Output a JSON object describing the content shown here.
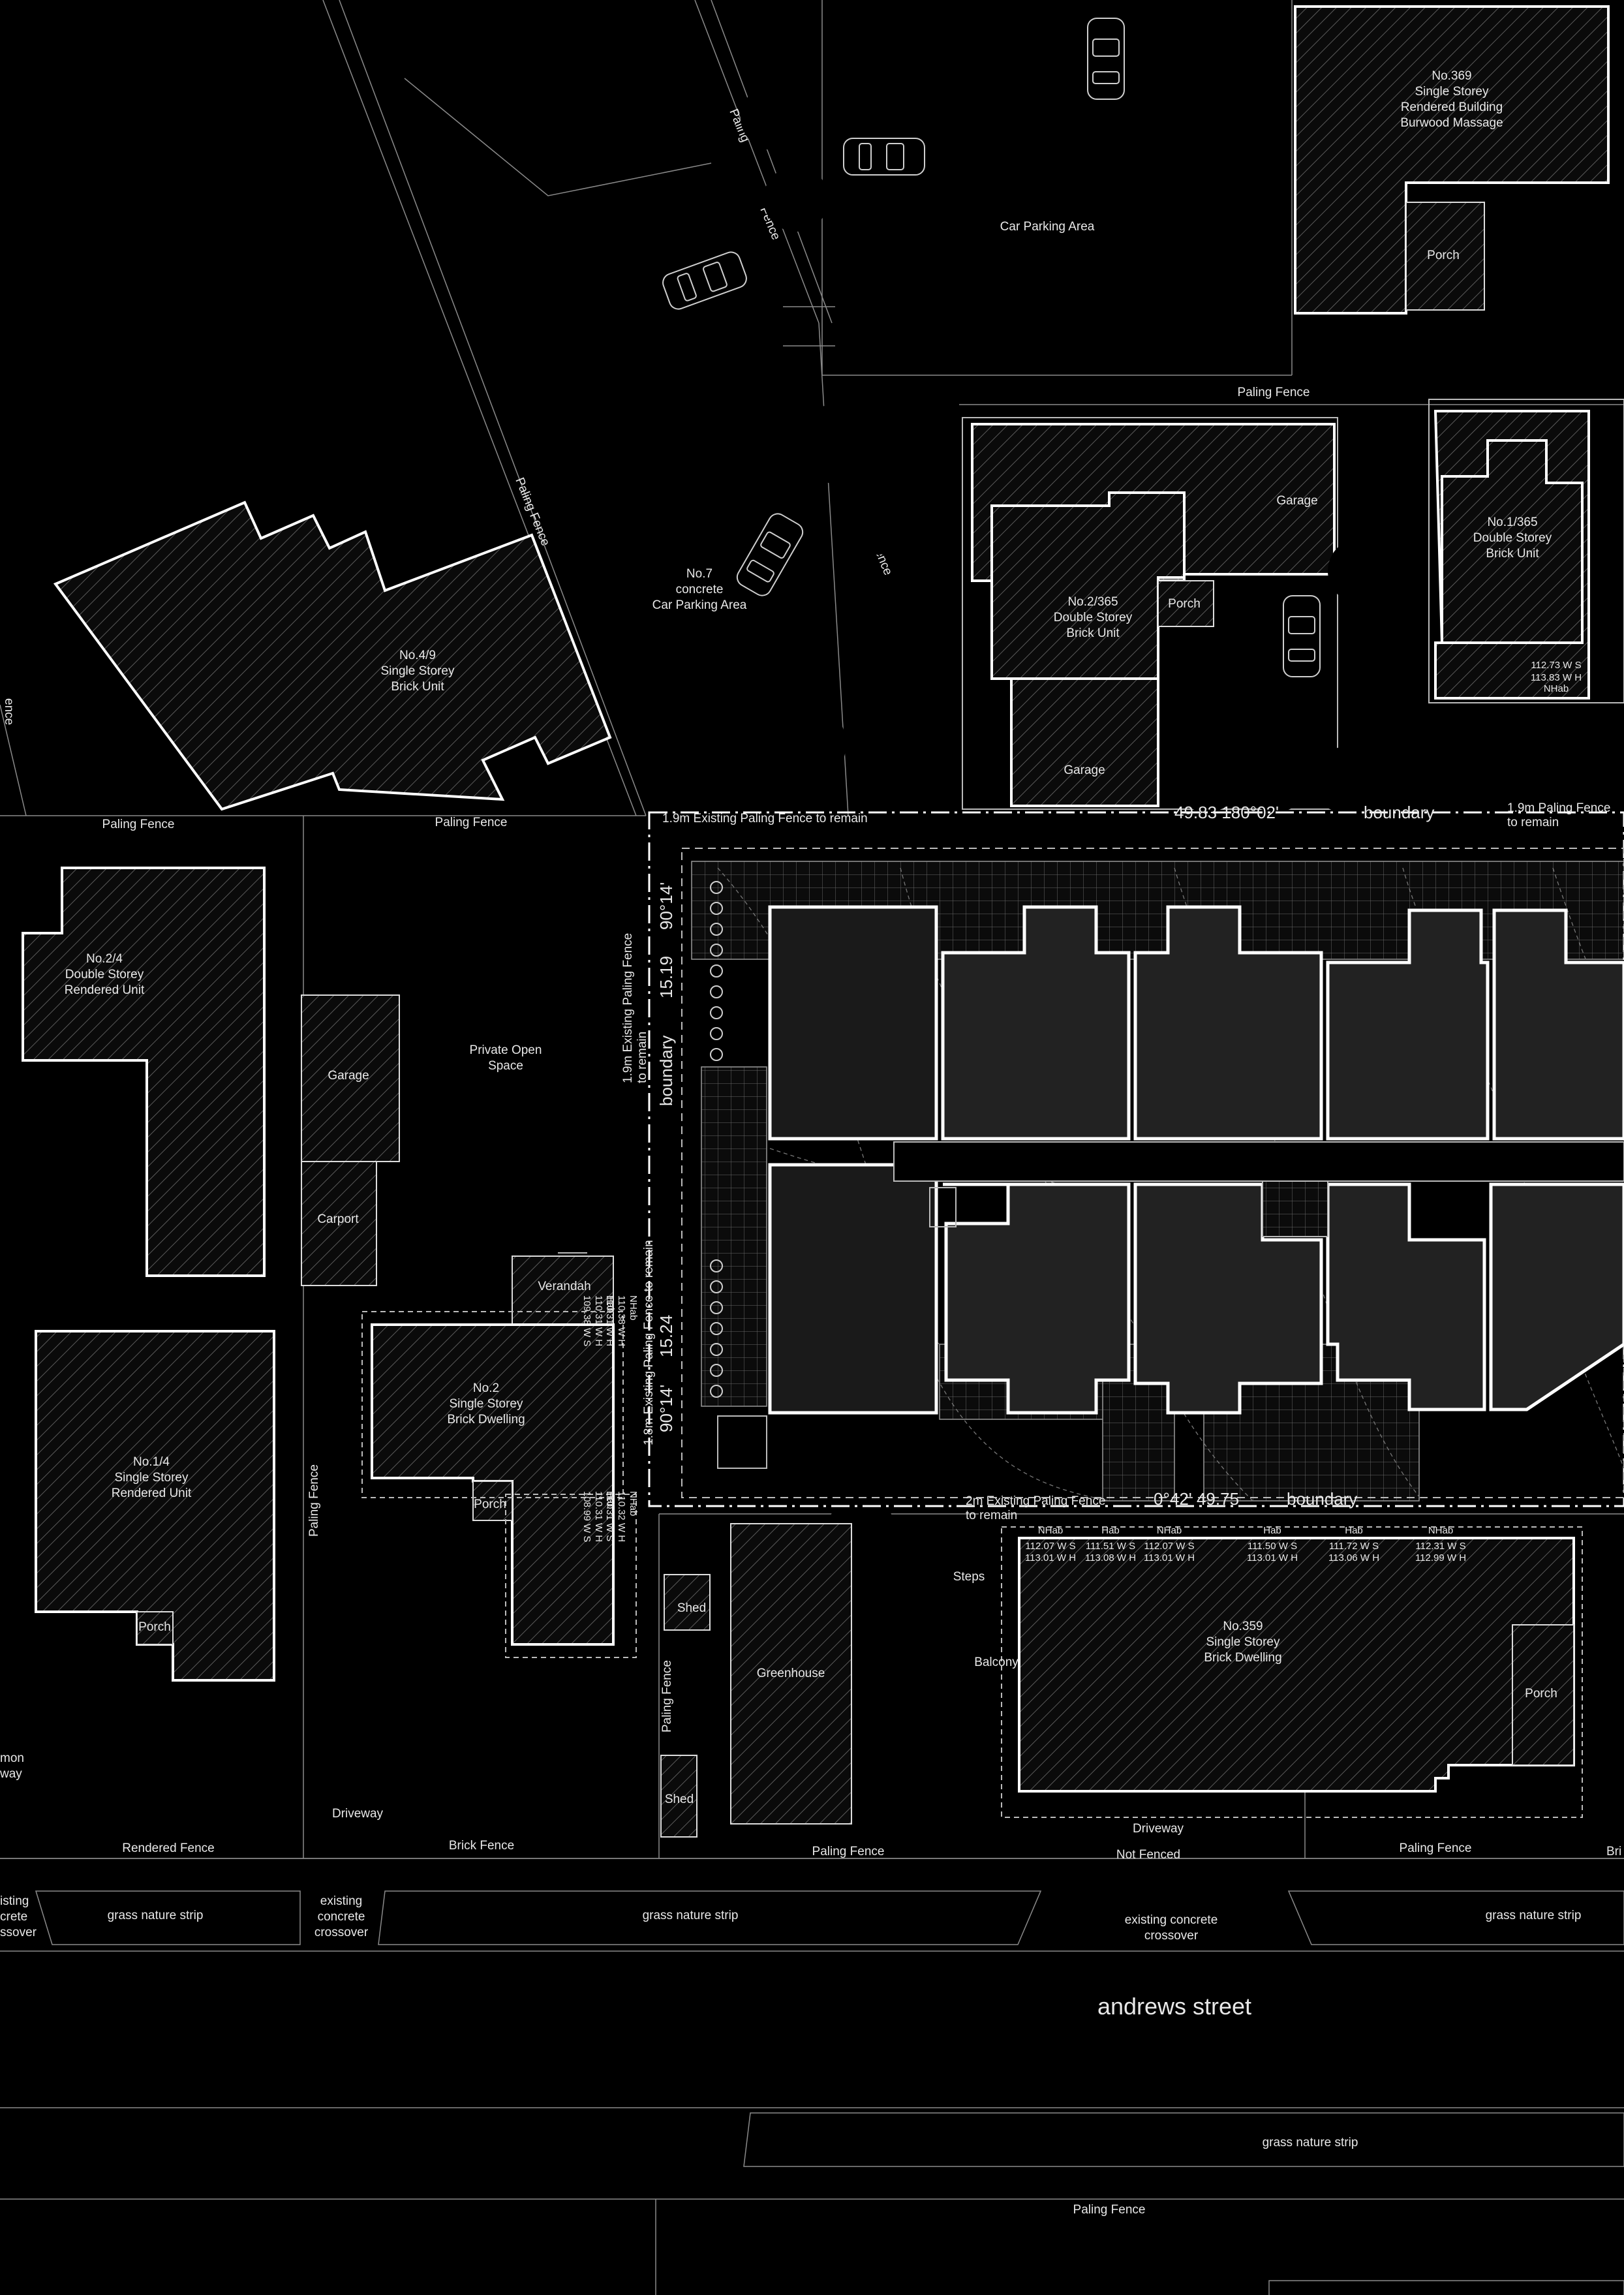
{
  "street": "andrews street",
  "labels": {
    "no369": [
      "No.369",
      "Single Storey",
      "Rendered Building",
      "Burwood Massage"
    ],
    "porch": "Porch",
    "car_parking": "Car Parking Area",
    "paling_fence": "Paling Fence",
    "paling": "Paling",
    "fence": "Fence",
    "no7": [
      "No.7",
      "concrete",
      "Car Parking Area"
    ],
    "no49": [
      "No.4/9",
      "Single Storey",
      "Brick Unit"
    ],
    "no2_365": [
      "No.2/365",
      "Double Storey",
      "Brick Unit"
    ],
    "no1_365": [
      "No.1/365",
      "Double Storey",
      "Brick Unit"
    ],
    "garage": "Garage",
    "levels_1_365": [
      "112.73 W S",
      "113.83 W H",
      "NHab"
    ],
    "no2_4": [
      "No.2/4",
      "Double Storey",
      "Rendered Unit"
    ],
    "private_open_space": [
      "Private Open",
      "Space"
    ],
    "carport": "Carport",
    "verandah": "Verandah",
    "no2": [
      "No.2",
      "Single Storey",
      "Brick Dwelling"
    ],
    "no1_4": [
      "No.1/4",
      "Single Storey",
      "Rendered Unit"
    ],
    "shed": "Shed",
    "greenhouse": "Greenhouse",
    "steps": "Steps",
    "balcony": "Balcony",
    "no359": [
      "No.359",
      "Single Storey",
      "Brick Dwelling"
    ],
    "driveway": "Driveway",
    "not_fenced": "Not Fenced",
    "rendered_fence": "Rendered Fence",
    "brick_fence": "Brick Fence",
    "brick_partial": "Bri",
    "common_driveway": [
      "mon",
      "way"
    ],
    "grass_nature_strip": "grass nature strip",
    "existing_concrete_crossover": [
      "existing",
      "concrete",
      "crossover"
    ],
    "existing_concrete_crossover_inline": [
      "existing concrete",
      "crossover"
    ],
    "existing_crossover_partial": [
      "isting",
      "crete",
      "ssover"
    ],
    "fence_partial": "ence"
  },
  "boundary": {
    "top_note": "1.9m  Existing Paling  Fence to remain",
    "top_bearing": "49.83     180°02'",
    "top_word": "boundary",
    "top_right_note": [
      "1.9m Paling Fence",
      "to remain"
    ],
    "bottom_note": [
      "2m  Existing Paling  Fence",
      "to remain"
    ],
    "bottom_bearing": "0°42'  49.75",
    "bottom_word": "boundary",
    "left_upper_note": [
      "1.9m Existing Paling  Fence",
      "to remain"
    ],
    "left_lower_note": "1.8m Existing Paling Fence to remain",
    "left_bearing_top": "90°14'",
    "left_dim_top": "15.19",
    "left_word": "boundary",
    "left_dim_bottom": "15.24",
    "left_bearing_bottom": "90°14'"
  },
  "levels_no2": [
    [
      "109.38 W S",
      "110.31 W H",
      "Hab"
    ],
    [
      "110.31 W H",
      "110.38 W H",
      "NHab"
    ],
    [
      "108.99 W S",
      "110.31 W H",
      "Hab"
    ],
    [
      "110.31 W S",
      "110.32 W H",
      "NHab"
    ]
  ],
  "levels_no359": [
    {
      "tag": "NHab",
      "ws": "112.07 W S",
      "wh": "113.01 W H"
    },
    {
      "tag": "Hab",
      "ws": "111.51 W S",
      "wh": "113.08 W H"
    },
    {
      "tag": "NHab",
      "ws": "112.07 W S",
      "wh": "113.01 W H"
    },
    {
      "tag": "Hab",
      "ws": "111.50 W S",
      "wh": "113.01 W H"
    },
    {
      "tag": "Hab",
      "ws": "111.72 W S",
      "wh": "113.06 W H"
    },
    {
      "tag": "NHab",
      "ws": "112.31 W S",
      "wh": "112.99 W H"
    }
  ],
  "colors": {
    "background": "#000000",
    "lines": "#ffffff",
    "unit_fill": "#222222"
  }
}
